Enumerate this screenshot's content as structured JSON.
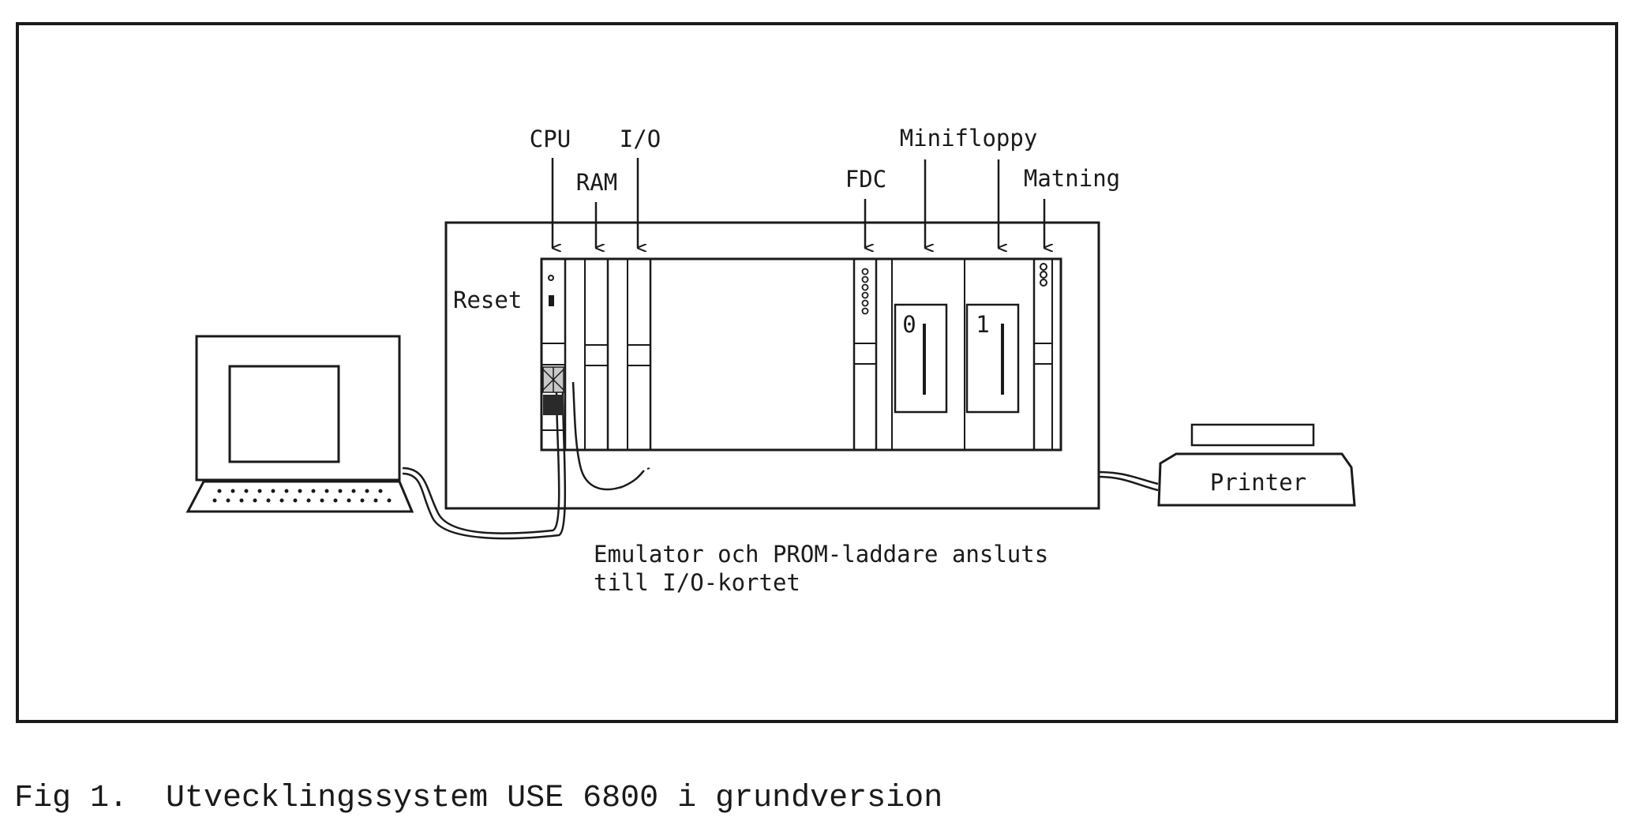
{
  "labels": {
    "cpu": "CPU",
    "ram": "RAM",
    "io": "I/O",
    "minifloppy": "Minifloppy",
    "fdc": "FDC",
    "matning": "Matning",
    "reset": "Reset",
    "drive_0": "0",
    "drive_1": "1",
    "printer": "Printer",
    "note_line1": "Emulator och PROM-laddare ansluts",
    "note_line2": "till I/O-kortet"
  },
  "caption": "Fig 1.  Utvecklingssystem USE 6800 i grundversion"
}
